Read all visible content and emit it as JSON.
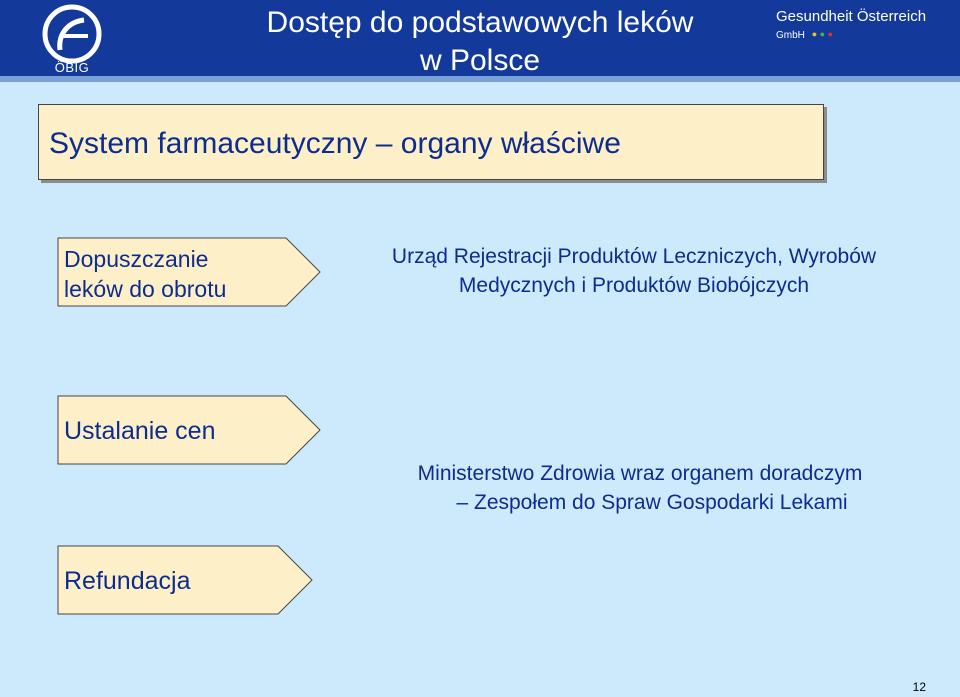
{
  "header": {
    "logo_text": "ÖBIG",
    "title_line1": "Dostęp do podstawowych leków",
    "title_line2": "w Polsce",
    "brand_name": "Gesundheit Österreich",
    "brand_sub": "GmbH",
    "bg_color": "#133a9a"
  },
  "section": {
    "title": "System farmaceutyczny – organy właściwe"
  },
  "rows": [
    {
      "label_line1": "Dopuszczanie",
      "label_line2": "leków do obrotu",
      "desc_line1": "Urząd Rejestracji Produktów Leczniczych, Wyrobów",
      "desc_line2": "Medycznych i Produktów Biobójczych"
    },
    {
      "label_line1": "Ustalanie cen",
      "desc_line1": "Ministerstwo Zdrowia wraz organem doradczym",
      "desc_line2": "– Zespołem do Spraw Gospodarki Lekami"
    },
    {
      "label_line1": "Refundacja"
    }
  ],
  "footer": {
    "page_number": "12"
  },
  "colors": {
    "text_blue": "#0d2c8f",
    "box_fill": "#fdf0c8",
    "background": "#cdeafd"
  }
}
